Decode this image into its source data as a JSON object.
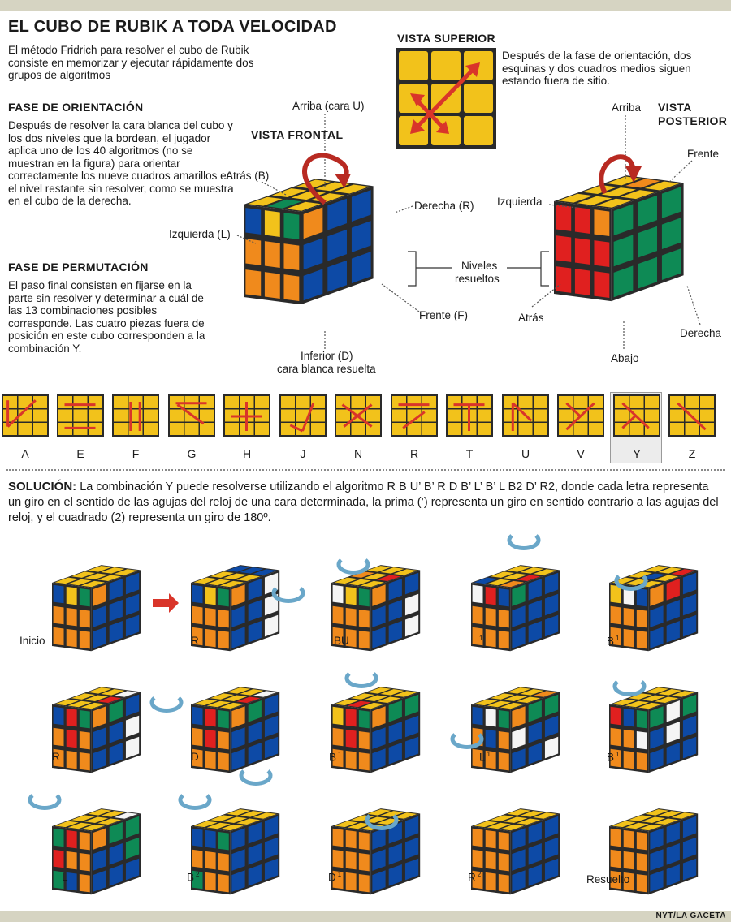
{
  "title": "EL CUBO DE RUBIK A TODA VELOCIDAD",
  "intro": "El método Fridrich para resolver el cubo de Rubik consiste en memorizar y ejecutar rápidamente dos grupos de algoritmos",
  "orientation": {
    "heading": "FASE DE ORIENTACIÓN",
    "text": "Después de resolver la cara blanca del cubo y los dos niveles que la bordean, el jugador aplica uno de los 40 algoritmos (no se muestran en la figura) para orientar correctamente los nueve cuadros amarillos en el nivel restante sin resolver, como se muestra en el cubo de la derecha."
  },
  "permutation": {
    "heading": "FASE DE PERMUTACIÓN",
    "text": "El paso final consisten en fijarse en la parte sin resolver y determinar a cuál de las 13 combinaciones posibles corresponde. Las cuatro piezas fuera de posición en este cubo corresponden a la combinación Y."
  },
  "top_view": {
    "heading": "VISTA SUPERIOR",
    "note": "Después de la fase de orientación, dos esquinas y dos cuadros medios siguen estando fuera de sitio."
  },
  "front_view": {
    "heading": "VISTA FRONTAL",
    "labels": {
      "up": "Arriba (cara U)",
      "back": "Atrás (B)",
      "right": "Derecha (R)",
      "left": "Izquierda (L)",
      "front": "Frente (F)",
      "down_1": "Inferior (D)",
      "down_2": "cara blanca resuelta"
    }
  },
  "levels_label_1": "Niveles",
  "levels_label_2": "resueltos",
  "back_view": {
    "heading_1": "VISTA",
    "heading_2": "POSTERIOR",
    "labels": {
      "up": "Arriba",
      "front": "Frente",
      "left": "Izquierda",
      "back": "Atrás",
      "right": "Derecha",
      "down": "Abajo"
    }
  },
  "cases": [
    "A",
    "E",
    "F",
    "G",
    "H",
    "J",
    "N",
    "R",
    "T",
    "U",
    "V",
    "Y",
    "Z"
  ],
  "selected_case": "Y",
  "solution": {
    "heading": "SOLUCIÓN:",
    "text": "La combinación Y puede resolverse utilizando el algoritmo R B U’ B’ R D B’ L’ B’ L B2 D’ R2, donde cada letra representa un giro en el sentido de las agujas del reloj de una cara determinada, la prima (’) representa un giro en sentido contrario a las agujas del reloj, y el cuadrado (2) representa un giro de 180º."
  },
  "steps": [
    {
      "label": "Inicio",
      "mark": ""
    },
    {
      "label": "R",
      "mark": ""
    },
    {
      "label": "BU",
      "mark": ""
    },
    {
      "label": "",
      "mark": "1"
    },
    {
      "label": "B",
      "mark": "1"
    },
    {
      "label": "R",
      "mark": ""
    },
    {
      "label": "D",
      "mark": ""
    },
    {
      "label": "B",
      "mark": "1"
    },
    {
      "label": "L",
      "mark": "1"
    },
    {
      "label": "B",
      "mark": "1"
    },
    {
      "label": "L",
      "mark": ""
    },
    {
      "label": "B",
      "mark": "2"
    },
    {
      "label": "D",
      "mark": "1"
    },
    {
      "label": "R",
      "mark": "2"
    },
    {
      "label": "Resuelto",
      "mark": ""
    }
  ],
  "credit": "NYT/LA GACETA",
  "colors": {
    "yellow": "#f2c21b",
    "blue": "#0d4aa6",
    "red": "#e0201f",
    "green": "#0e8a55",
    "orange": "#f08a1c",
    "white": "#f5f5f5",
    "arrow": "#d9352a",
    "rotate_arrow": "#6aa7c9",
    "frame": "#2a2a2a"
  }
}
